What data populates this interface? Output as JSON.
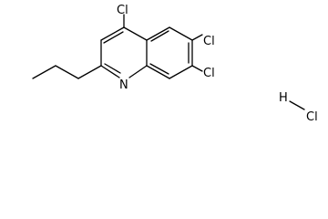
{
  "molecule": {
    "atom_labels": {
      "cl_4": "Cl",
      "cl_6": "Cl",
      "cl_7": "Cl",
      "n_1": "N",
      "salt_h": "H",
      "salt_cl": "Cl"
    }
  },
  "style": {
    "line_color": "#000000",
    "background": "#ffffff"
  }
}
